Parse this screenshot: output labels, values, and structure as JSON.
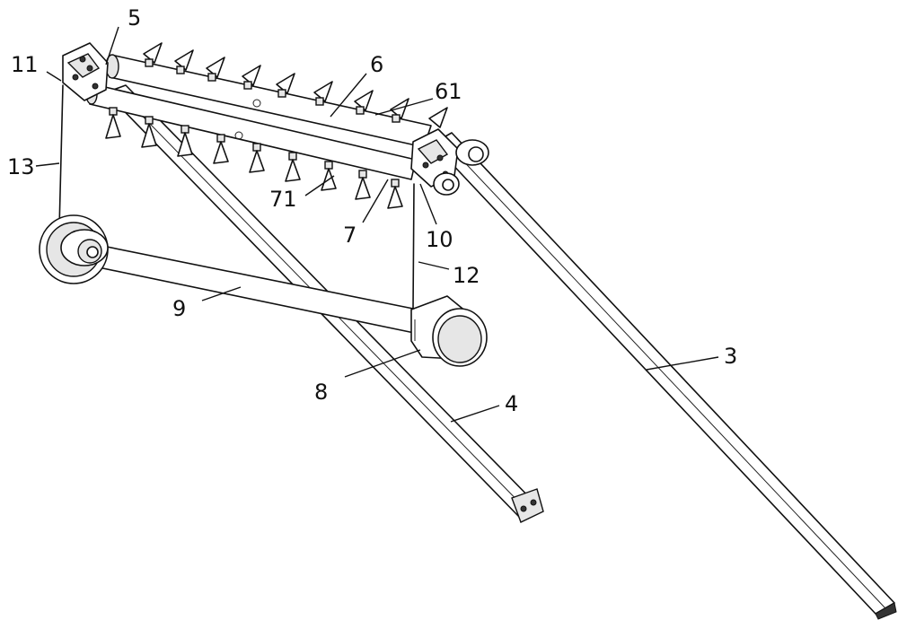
{
  "labels": {
    "l3": "3",
    "l4": "4",
    "l5": "5",
    "l6": "6",
    "l7": "7",
    "l8": "8",
    "l9": "9",
    "l10": "10",
    "l11": "11",
    "l12": "12",
    "l13": "13",
    "l61": "61",
    "l71": "71"
  }
}
